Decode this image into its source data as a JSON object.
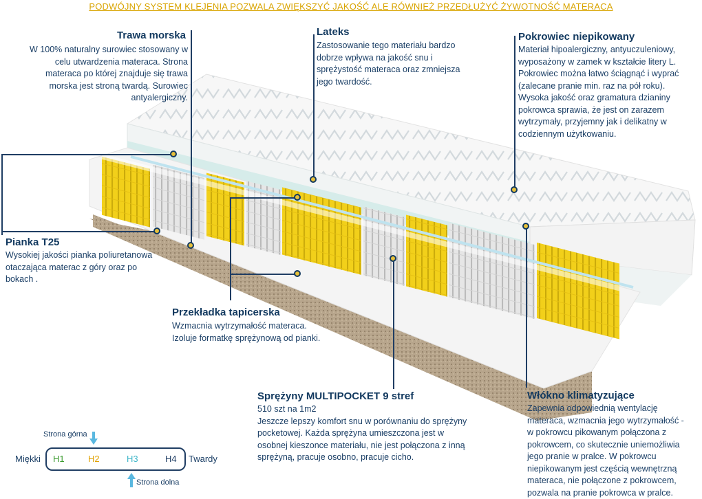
{
  "banner": "PODWÓJNY SYSTEM KLEJENIA POZWALA ZWIĘKSZYĆ JAKOŚĆ ALE RÓWNIEŻ PRZEDŁUŻYĆ ŻYWOTNOŚĆ MATERACA",
  "trawa": {
    "title": "Trawa morska",
    "lines": [
      "W 100% naturalny surowiec stosowany w",
      "celu utwardzenia materaca. Strona",
      "materaca po której znajduje się trawa",
      "morska jest stroną twardą. Surowiec",
      "antyalergiczny."
    ]
  },
  "lateks": {
    "title": "Lateks",
    "lines": [
      "Zastosowanie tego materiału bardzo",
      "dobrze wpływa na jakość snu i",
      "sprężystość materaca oraz zmniejsza",
      "jego twardość."
    ]
  },
  "pokrowiec": {
    "title": "Pokrowiec  niepikowany",
    "lines": [
      "Materiał hipoalergiczny, antyuczuleniowy,",
      "wyposażony w zamek w kształcie litery L.",
      "Pokrowiec można łatwo ściągnąć i wyprać",
      "(zalecane pranie min.  raz na pół roku).",
      "Wysoka jakość oraz gramatura dzianiny",
      "pokrowca sprawia, że jest on zarazem",
      "wytrzymały, przyjemny jak i delikatny w",
      "codziennym użytkowaniu."
    ]
  },
  "pianka": {
    "title": "Pianka T25",
    "lines": [
      "Wysokiej jakości pianka poliuretanowa",
      "otaczająca materac z góry oraz po",
      "bokach ."
    ]
  },
  "przekladka": {
    "title": "Przekładka tapicerska",
    "lines": [
      "Wzmacnia wytrzymałość materaca.",
      "Izoluje formatkę sprężynową od pianki."
    ]
  },
  "sprezyny": {
    "title": "Sprężyny MULTIPOCKET  9 stref",
    "lines": [
      "510 szt na 1m2",
      "Jeszcze lepszy komfort snu w porównaniu do sprężyny",
      "pocketowej. Każda sprężyna umieszczona jest w",
      "osobnej kieszonce materiału, nie jest połączona z inną",
      "sprężyną, pracuje osobno, pracuje cicho."
    ]
  },
  "wlokno": {
    "title": "Włókno klimatyzujące",
    "lines": [
      "Zapewnia odpowiednią wentylację",
      "materaca, wzmacnia jego wytrzymałość -",
      "w pokrowcu pikowanym połączona z",
      "pokrowcem, co skutecznie uniemożliwia",
      "jego pranie w pralce. W pokrowcu",
      "niepikowanym jest częścią wewnętrzną",
      "materaca, nie połączone z pokrowcem,",
      "pozwala na pranie pokrowca w pralce."
    ]
  },
  "firmness": {
    "soft": "Miękki",
    "hard": "Twardy",
    "top_side": "Strona górna",
    "bottom_side": "Strona dolna",
    "levels": [
      {
        "label": "H1",
        "color": "#3a9a2e"
      },
      {
        "label": "H2",
        "color": "#e0a100"
      },
      {
        "label": "H3",
        "color": "#3fb6c9"
      },
      {
        "label": "H4",
        "color": "#1f3d63"
      }
    ]
  },
  "colors": {
    "accent": "#1f3d63",
    "yellow_spring": "#f2d01a",
    "gray_spring": "#c8c8c8",
    "banner": "#d9a400"
  }
}
